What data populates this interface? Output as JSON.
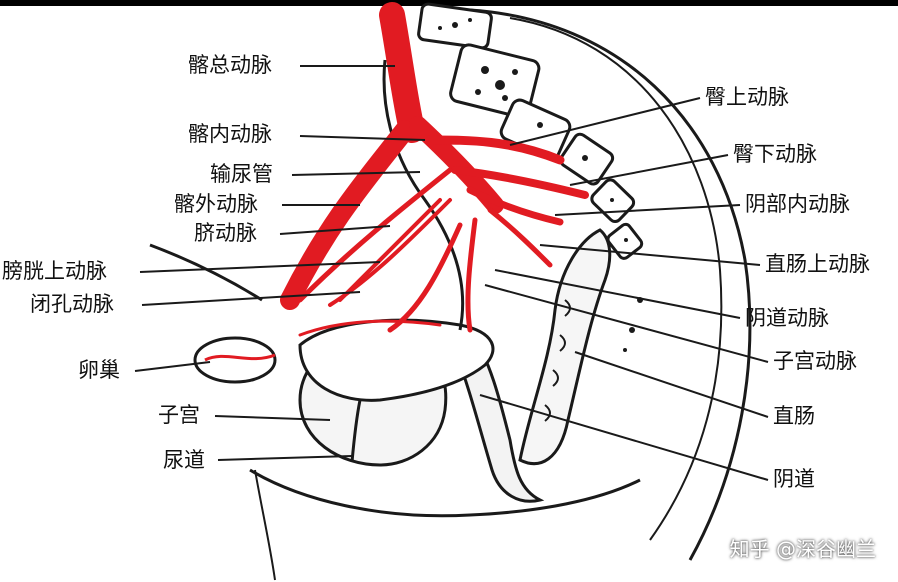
{
  "colors": {
    "artery": "#e11b22",
    "ink": "#1a1a1a",
    "background": "#ffffff"
  },
  "labels_left": {
    "common_iliac_artery": "髂总动脉",
    "internal_iliac_artery": "髂内动脉",
    "ureter": "输尿管",
    "external_iliac_artery": "髂外动脉",
    "umbilical_artery": "脐动脉",
    "superior_vesical_artery": "膀胱上动脉",
    "obturator_artery": "闭孔动脉",
    "ovary": "卵巢",
    "uterus": "子宫",
    "urethra": "尿道"
  },
  "labels_right": {
    "superior_gluteal_artery": "臀上动脉",
    "inferior_gluteal_artery": "臀下动脉",
    "internal_pudendal_artery": "阴部内动脉",
    "superior_rectal_artery": "直肠上动脉",
    "vaginal_artery": "阴道动脉",
    "uterine_artery": "子宫动脉",
    "rectum": "直肠",
    "vagina": "阴道"
  },
  "watermark": "知乎 @深谷幽兰"
}
